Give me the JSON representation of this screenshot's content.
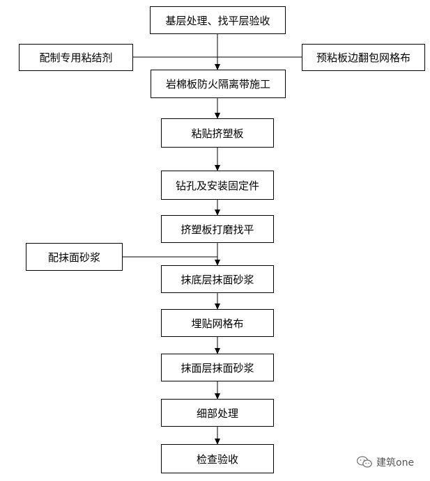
{
  "flowchart": {
    "steps": [
      "基层处理、找平层验收",
      "岩棉板防火隔离带施工",
      "粘贴挤塑板",
      "钻孔及安装固定件",
      "挤塑板打磨找平",
      "抹底层抹面砂浆",
      "埋贴网格布",
      "抹面层抹面砂浆",
      "细部处理",
      "检查验收"
    ],
    "side_inputs": {
      "adhesive": "配制专用粘结剂",
      "mesh_wrap": "预粘板边翻包网格布",
      "mortar": "配抹面砂浆"
    }
  },
  "watermark": {
    "text": "建筑one"
  }
}
